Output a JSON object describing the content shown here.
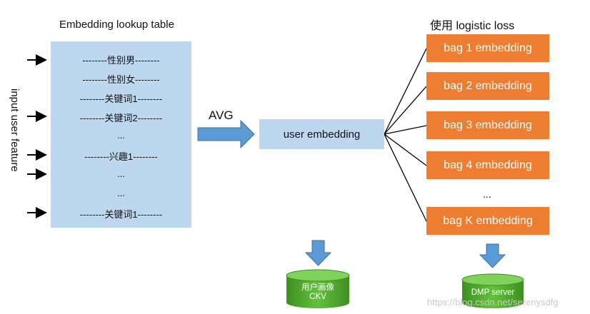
{
  "lookup_table": {
    "title": "Embedding lookup table",
    "rows": [
      "--------性别男--------",
      "--------性别女--------",
      "--------关键词1--------",
      "--------关键词2--------",
      "...",
      "--------兴趣1--------",
      "...",
      "...",
      "--------关键词1--------"
    ]
  },
  "side_label": "input user feature",
  "avg_label": "AVG",
  "user_embedding": "user embedding",
  "loss_title": "使用 logistic loss",
  "bags": [
    "bag 1 embedding",
    "bag 2 embedding",
    "bag 3 embedding",
    "bag 4 embedding",
    "bag K embedding"
  ],
  "bag_ellipsis": "...",
  "databases": {
    "ckv": {
      "line1": "用户画像",
      "line2": "CKV"
    },
    "dmp": {
      "line1": "DMP server"
    }
  },
  "watermark": "https://blog.csdn.net/serenysdfg",
  "colors": {
    "light_blue_box": "#bdd7ee",
    "orange_box": "#ed7d31",
    "blue_arrow": "#5b9bd5",
    "db_green": "#4ea72e"
  }
}
